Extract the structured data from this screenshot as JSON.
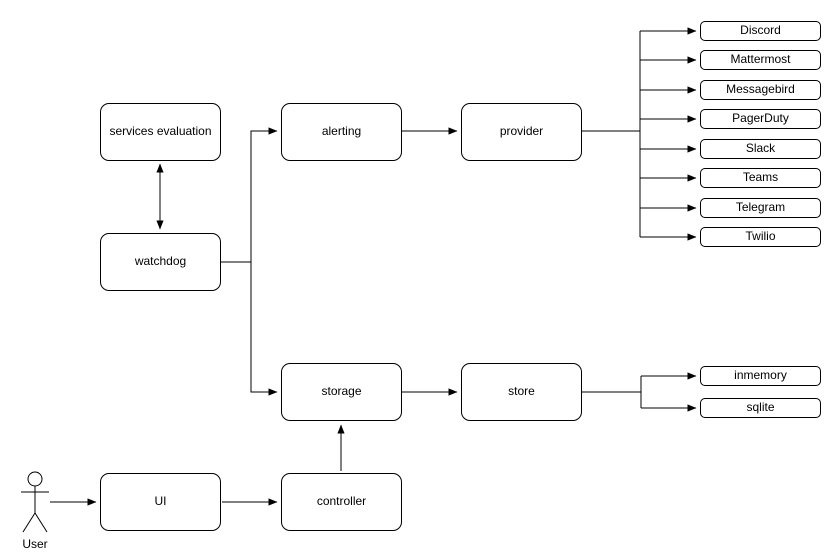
{
  "diagram": {
    "background": "#ffffff",
    "stroke_color": "#000000",
    "text_color": "#000000",
    "nodes": {
      "services_evaluation": {
        "label": "services evaluation"
      },
      "watchdog": {
        "label": "watchdog"
      },
      "alerting": {
        "label": "alerting"
      },
      "provider": {
        "label": "provider"
      },
      "storage": {
        "label": "storage"
      },
      "store": {
        "label": "store"
      },
      "ui": {
        "label": "UI"
      },
      "controller": {
        "label": "controller"
      }
    },
    "providers": [
      "Discord",
      "Mattermost",
      "Messagebird",
      "PagerDuty",
      "Slack",
      "Teams",
      "Telegram",
      "Twilio"
    ],
    "stores": [
      "inmemory",
      "sqlite"
    ],
    "actor": {
      "label": "User"
    },
    "edges": [
      {
        "from": "services evaluation",
        "to": "watchdog",
        "type": "bidirectional"
      },
      {
        "from": "watchdog",
        "to": "alerting",
        "type": "arrow"
      },
      {
        "from": "watchdog",
        "to": "storage",
        "type": "arrow"
      },
      {
        "from": "alerting",
        "to": "provider",
        "type": "arrow"
      },
      {
        "from": "provider",
        "to": "Discord",
        "type": "arrow"
      },
      {
        "from": "provider",
        "to": "Mattermost",
        "type": "arrow"
      },
      {
        "from": "provider",
        "to": "Messagebird",
        "type": "arrow"
      },
      {
        "from": "provider",
        "to": "PagerDuty",
        "type": "arrow"
      },
      {
        "from": "provider",
        "to": "Slack",
        "type": "arrow"
      },
      {
        "from": "provider",
        "to": "Teams",
        "type": "arrow"
      },
      {
        "from": "provider",
        "to": "Telegram",
        "type": "arrow"
      },
      {
        "from": "provider",
        "to": "Twilio",
        "type": "arrow"
      },
      {
        "from": "storage",
        "to": "store",
        "type": "arrow"
      },
      {
        "from": "store",
        "to": "inmemory",
        "type": "arrow"
      },
      {
        "from": "store",
        "to": "sqlite",
        "type": "arrow"
      },
      {
        "from": "User",
        "to": "UI",
        "type": "arrow"
      },
      {
        "from": "UI",
        "to": "controller",
        "type": "arrow"
      },
      {
        "from": "controller",
        "to": "storage",
        "type": "arrow"
      }
    ]
  }
}
